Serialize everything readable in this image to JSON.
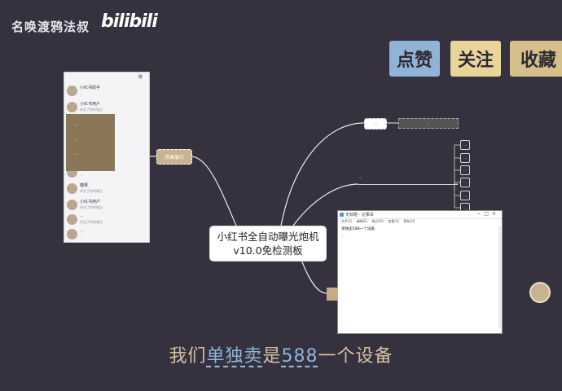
{
  "header": {
    "channel_name": "名唤渡鸦法叔",
    "logo_text": "bilibili"
  },
  "stamps": [
    "点赞",
    "关注",
    "收藏"
  ],
  "phone": {
    "header": "聊",
    "rows": [
      {
        "name": "小红书助手",
        "sub": "...",
        "time": "..."
      },
      {
        "name": "小红书用户",
        "sub": "评论了你的笔记",
        "time": ".."
      },
      {
        "name": "...",
        "sub": "...",
        "time": ".."
      },
      {
        "name": "...",
        "sub": "...",
        "time": ".."
      },
      {
        "name": "...",
        "sub": "...",
        "time": ".."
      },
      {
        "name": "...",
        "sub": "...",
        "time": ".."
      },
      {
        "name": "糖果",
        "sub": "评论了你的笔记",
        "time": ".."
      },
      {
        "name": "小红书用户",
        "sub": "评论了你的笔记",
        "time": ".."
      },
      {
        "name": "...",
        "sub": "评论了你的笔记",
        "time": ".."
      },
      {
        "name": "...",
        "sub": "...",
        "time": ".."
      }
    ],
    "overlay_lines": [
      "...",
      "...",
      "..."
    ]
  },
  "nodes": {
    "left": "效果展示",
    "center_line1": "小红书全自动曝光炮机",
    "center_line2": "v10.0免检测板",
    "top": "...",
    "top_caption": "...",
    "mid": "...",
    "branch": [
      "...",
      "...",
      "...",
      "...",
      "...",
      "..."
    ]
  },
  "notepad": {
    "title": "无标题 - 记事本",
    "menu": [
      "文件(F)",
      "编辑(E)",
      "格式(O)",
      "查看(V)",
      "帮助(H)"
    ],
    "line1": "单独卖588一个设备",
    "line2": "..."
  },
  "subtitle": {
    "p1": "我们",
    "p2": "单独卖",
    "p3": "是",
    "p4": "588",
    "p5": "一个设备"
  },
  "colors": {
    "background": "#35313f",
    "accent_blue": "#8fb4d8",
    "accent_tan": "#c9b491"
  }
}
